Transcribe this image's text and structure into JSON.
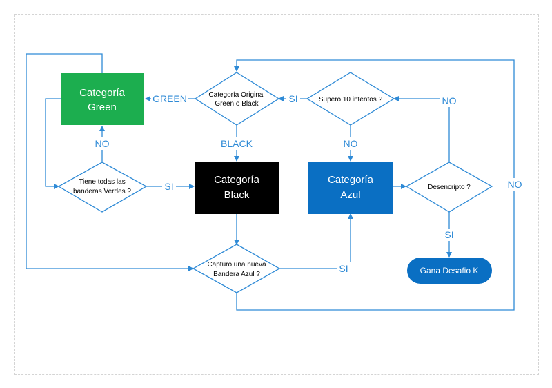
{
  "colors": {
    "line": "#2e8ad6",
    "green": "#1cae4f",
    "black": "#000000",
    "blue": "#0a6fc3"
  },
  "boxes": {
    "green": [
      "Categoría",
      "Green"
    ],
    "black": [
      "Categoría",
      "Black"
    ],
    "azul": [
      "Categoría",
      "Azul"
    ]
  },
  "decisions": {
    "original": [
      "Categoría Original",
      "Green o Black"
    ],
    "supero": [
      "Supero 10 intentos ?"
    ],
    "tiene": [
      "Tiene todas las",
      "banderas Verdes ?"
    ],
    "desencripto": [
      "Desencripto ?"
    ],
    "capturo": [
      "Capturo una nueva",
      "Bandera Azul ?"
    ]
  },
  "terminal": "Gana Desafio K",
  "labels": {
    "green": "GREEN",
    "black": "BLACK",
    "si": "SI",
    "no": "NO"
  }
}
